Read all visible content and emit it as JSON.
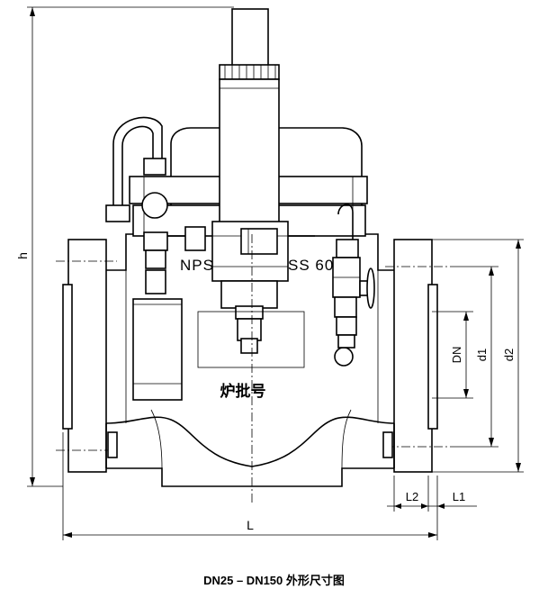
{
  "labels": {
    "nameplate_left": "NPS",
    "nameplate_right": "SS 60",
    "heat_batch_no": "炉批号",
    "dim_h": "h",
    "dim_L": "L",
    "dim_L1": "L1",
    "dim_L2": "L2",
    "dim_DN": "DN",
    "dim_d1": "d1",
    "dim_d2": "d2"
  },
  "caption": "DN25 – DN150 外形尺寸图"
}
